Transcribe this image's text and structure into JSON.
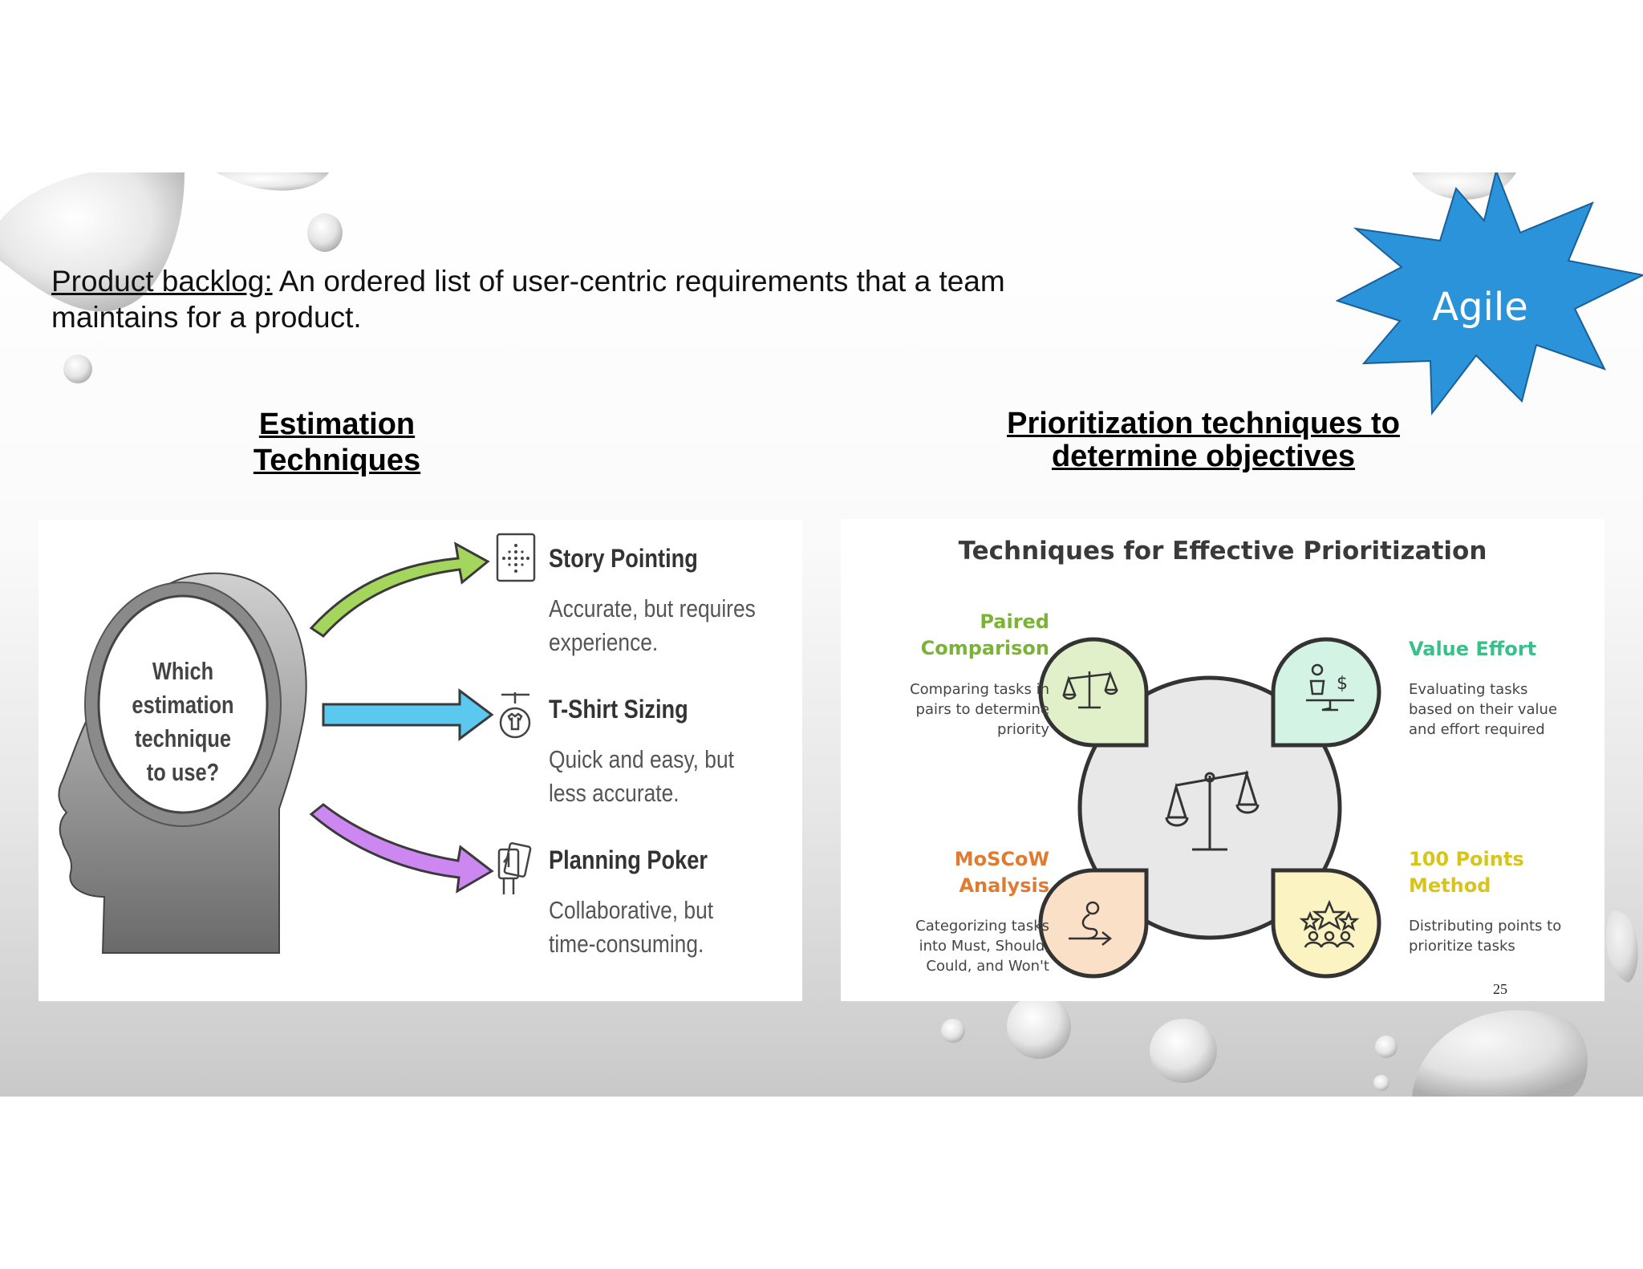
{
  "slide": {
    "backlog_term": "Product backlog:",
    "backlog_definition": " An ordered list of user-centric requirements that a team maintains for a product.",
    "heading_estimation": "Estimation Techniques",
    "heading_prioritization": "Prioritization techniques to determine objectives",
    "badge_label": "Agile",
    "slide_number": "25",
    "colors": {
      "badge_fill": "#2b93d9",
      "arrow_green": "#a4d65e",
      "arrow_blue": "#5bc8f0",
      "arrow_purple": "#cc88f0",
      "paired_green": "#7ab434",
      "value_green": "#3bbf8a",
      "moscow_orange": "#e07b32",
      "points_yellow": "#d8c41a"
    }
  },
  "estimation": {
    "question": "Which estimation technique to use?",
    "techniques": [
      {
        "title": "Story Pointing",
        "desc": "Accurate, but requires experience.",
        "icon": "grid-dots-icon"
      },
      {
        "title": "T-Shirt Sizing",
        "desc": "Quick and easy, but less accurate.",
        "icon": "tshirt-icon"
      },
      {
        "title": "Planning Poker",
        "desc": "Collaborative, but time-consuming.",
        "icon": "cards-icon"
      }
    ]
  },
  "prioritization": {
    "title": "Techniques for Effective Prioritization",
    "center_icon": "balance-scale-icon",
    "techniques": [
      {
        "label_line1": "Paired",
        "label_line2": "Comparison",
        "desc_lines": [
          "Comparing tasks in",
          "pairs to determine",
          "priority"
        ],
        "icon": "scale-icon"
      },
      {
        "label_line1": "Value Effort",
        "label_line2": "",
        "desc_lines": [
          "Evaluating tasks",
          "based on their value",
          "and effort required"
        ],
        "icon": "value-scale-icon"
      },
      {
        "label_line1": "MoSCoW",
        "label_line2": "Analysis",
        "desc_lines": [
          "Categorizing tasks",
          "into Must, Should,",
          "Could, and Won't"
        ],
        "icon": "path-arrow-icon"
      },
      {
        "label_line1": "100 Points",
        "label_line2": "Method",
        "desc_lines": [
          "Distributing points to",
          "prioritize tasks"
        ],
        "icon": "stars-people-icon"
      }
    ]
  }
}
